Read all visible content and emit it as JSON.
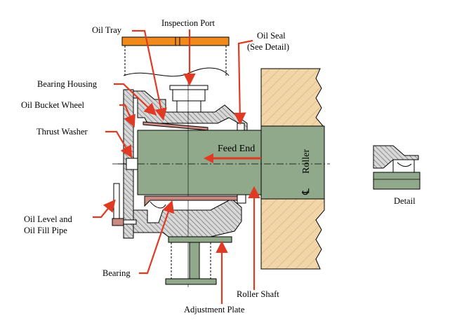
{
  "labels": {
    "oil_tray": "Oil Tray",
    "inspection_port": "Inspection Port",
    "oil_seal_line1": "Oil Seal",
    "oil_seal_line2": "(See Detail)",
    "bearing_housing": "Bearing Housing",
    "oil_bucket_wheel": "Oil Bucket Wheel",
    "thrust_washer": "Thrust Washer",
    "feed_end": "Feed End",
    "roller": "Roller",
    "centerline_symbol": "℄",
    "oil_level_line1": "Oil Level and",
    "oil_level_line2": "Oil Fill Pipe",
    "bearing": "Bearing",
    "roller_shaft": "Roller Shaft",
    "adjustment_plate": "Adjustment Plate",
    "detail": "Detail"
  },
  "colors": {
    "shaft": "#8fa98a",
    "roller": "#f2d5a8",
    "top_bar": "#f08a1c",
    "arrow": "#e03a25",
    "hatch": "#6b6b6b",
    "bearing_liner": "#c98a82"
  }
}
